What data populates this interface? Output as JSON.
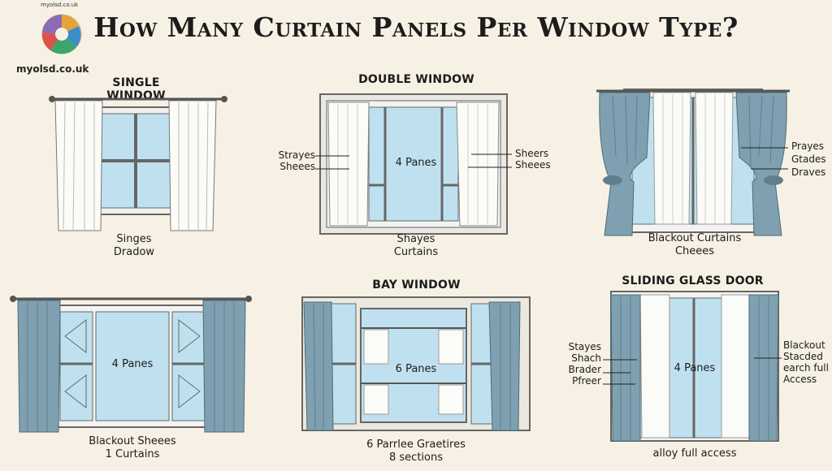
{
  "header": {
    "title": "How Many Curtain Panels Per Window Type?",
    "logo_top_text": "myolsd.co.uk",
    "logo_text": "myolsd.co.uk"
  },
  "colors": {
    "background": "#f6f1e4",
    "glass": "#bfe1ef",
    "frame": "#f3f3f1",
    "blackout": "#7fa0b0",
    "sheer": "#fbfbf8"
  },
  "panels": {
    "single": {
      "title": "SINGLE WINDOW",
      "caption": [
        "Singes",
        "Dradow"
      ]
    },
    "double": {
      "title": "DOUBLE WINDOW",
      "pane_label": "4 Panes",
      "left_labels": [
        "Strayes",
        "Sheees"
      ],
      "right_labels": [
        "Sheers",
        "Sheees"
      ],
      "caption": [
        "Shayes",
        "Curtains"
      ]
    },
    "blackout": {
      "right_labels": [
        "Prayes",
        "Gtades",
        "Draves"
      ],
      "caption": [
        "Blackout Curtains",
        "Cheees"
      ]
    },
    "bottom_left": {
      "pane_label": "4 Panes",
      "caption": [
        "Blackout Sheees",
        "1 Curtains"
      ]
    },
    "bay": {
      "title": "BAY WINDOW",
      "pane_label": "6 Panes",
      "caption": [
        "6 Parrlee Graetires",
        "8 sections"
      ]
    },
    "sliding": {
      "title": "SLIDING GLASS DOOR",
      "pane_label": "4 Panes",
      "left_labels": [
        "Stayes",
        "Shach",
        "Brader",
        "Pfreer"
      ],
      "right_labels": [
        "Blackout",
        "Stacded",
        "earch full",
        "Access"
      ],
      "caption": [
        "alloy full access"
      ]
    }
  }
}
